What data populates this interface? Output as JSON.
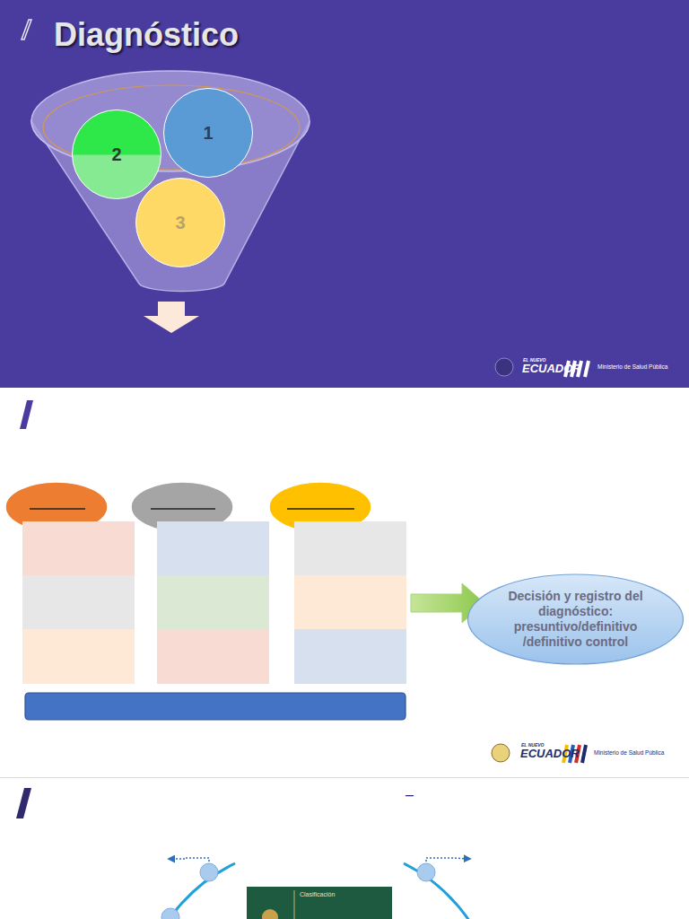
{
  "diagram": {
    "title": "Diagnóstico",
    "nodes": [
      {
        "text": [
          "1"
        ]
      },
      {
        "text": [
          "2"
        ]
      },
      {
        "text": [
          "3"
        ]
      },
      {
        "text": [
          "Decisión y registro del diagnóstico: presuntivo/definitivo /definitivo control"
        ]
      }
    ],
    "labels": [
      "EL NUEVO",
      "ECUADOR",
      "Ministerio de Salud Pública",
      "EL NUEVO",
      "ECUADOR",
      "Ministerio de Salud Pública",
      "–",
      "Clasificación"
    ]
  }
}
